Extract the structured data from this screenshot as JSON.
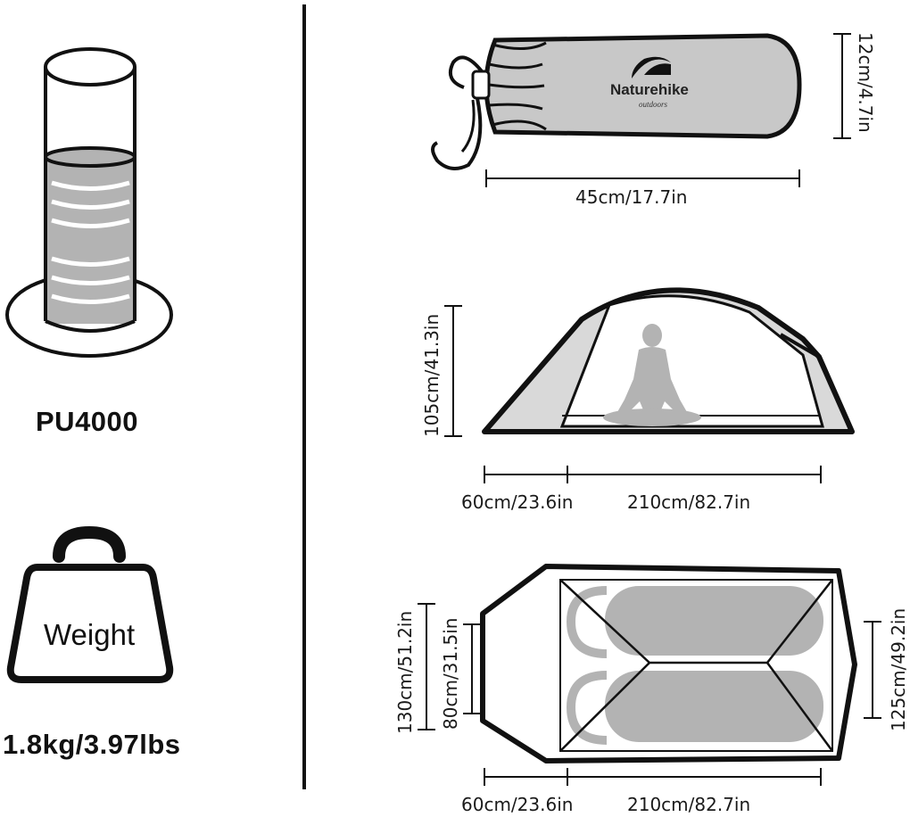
{
  "left_panel": {
    "waterproof_label": "PU4000",
    "weight_icon_text": "Weight",
    "weight_value": "1.8kg/3.97lbs"
  },
  "packed_bag": {
    "brand": "Naturehike",
    "brand_sub": "outdoors",
    "length_label": "45cm/17.7in",
    "diameter_label": "12cm/4.7in"
  },
  "side_view": {
    "height_label": "105cm/41.3in",
    "vestibule_label": "60cm/23.6in",
    "inner_length_label": "210cm/82.7in"
  },
  "top_view": {
    "outer_width_label": "130cm/51.2in",
    "head_width_label": "80cm/31.5in",
    "foot_width_label": "125cm/49.2in",
    "vestibule_label": "60cm/23.6in",
    "inner_length_label": "210cm/82.7in"
  },
  "colors": {
    "outline": "#111111",
    "fill_gray": "#b3b3b3",
    "light_gray": "#d9d9d9",
    "bag_gray": "#c8c8c8"
  }
}
